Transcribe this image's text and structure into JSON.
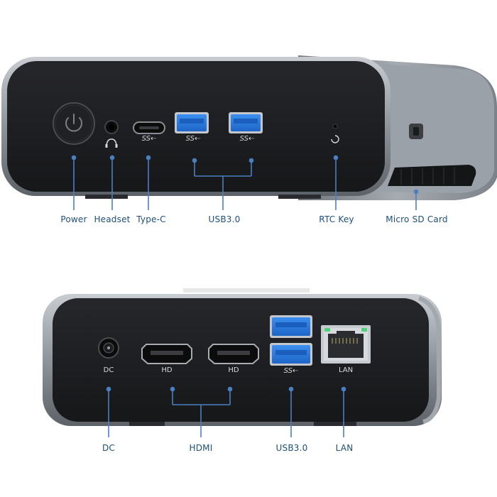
{
  "top_view": {
    "port_marks": {
      "type_c": "SS⇠",
      "usb1": "SS⇠",
      "usb2": "SS⇠"
    },
    "callouts": {
      "power": "Power",
      "headset": "Headset",
      "type_c": "Type-C",
      "usb": "USB3.0",
      "rtc_key": "RTC Key",
      "micro_sd": "Micro SD Card"
    }
  },
  "bottom_view": {
    "port_marks": {
      "dc": "DC",
      "hdmi1": "HD",
      "hdmi2": "HD",
      "usb": "SS⇠",
      "lan": "LAN"
    },
    "callouts": {
      "dc": "DC",
      "hdmi": "HDMI",
      "usb": "USB3.0",
      "lan": "LAN"
    }
  },
  "colors": {
    "callout_line": "#4a7fc1",
    "callout_text": "#1f4f7a",
    "usb_blue": "#2f7fe0",
    "panel_black": "#1b1c1f",
    "chassis_gray": "#8f959c",
    "led_green": "#4fd07a"
  }
}
